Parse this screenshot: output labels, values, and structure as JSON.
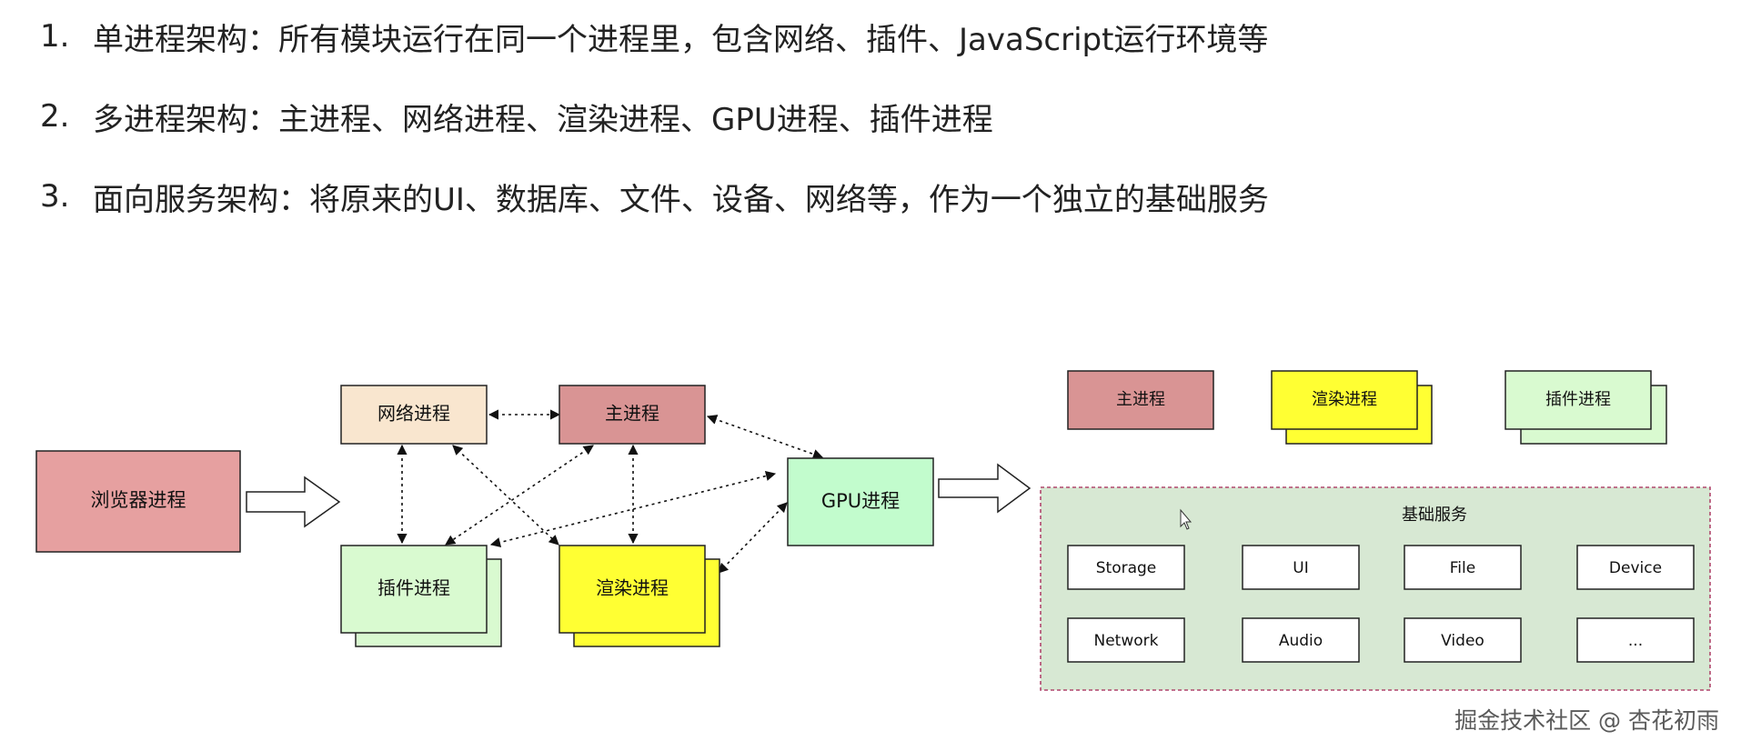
{
  "list": {
    "items": [
      {
        "num": "1.",
        "text": "单进程架构：所有模块运行在同一个进程里，包含网络、插件、JavaScript运行环境等"
      },
      {
        "num": "2.",
        "text": "多进程架构：主进程、网络进程、渲染进程、GPU进程、插件进程"
      },
      {
        "num": "3.",
        "text": "面向服务架构：将原来的UI、数据库、文件、设备、网络等，作为一个独立的基础服务"
      }
    ]
  },
  "diagram": {
    "browser_process": "浏览器进程",
    "network_process": "网络进程",
    "main_process": "主进程",
    "plugin_process": "插件进程",
    "render_process": "渲染进程",
    "gpu_process": "GPU进程",
    "soa_main": "主进程",
    "soa_render": "渲染进程",
    "soa_plugin": "插件进程",
    "base_services_title": "基础服务",
    "services": [
      "Storage",
      "UI",
      "File",
      "Device",
      "Network",
      "Audio",
      "Video",
      "..."
    ]
  },
  "watermark": "掘金技术社区 @ 杏花初雨",
  "colors": {
    "browser": "#e6a0a0",
    "network": "#f9e6cf",
    "main": "#d99494",
    "plugin": "#d9fad0",
    "render": "#ffff33",
    "gpu": "#c2fccd",
    "base_bg": "#d7e8d3",
    "base_border": "#b0476d"
  }
}
